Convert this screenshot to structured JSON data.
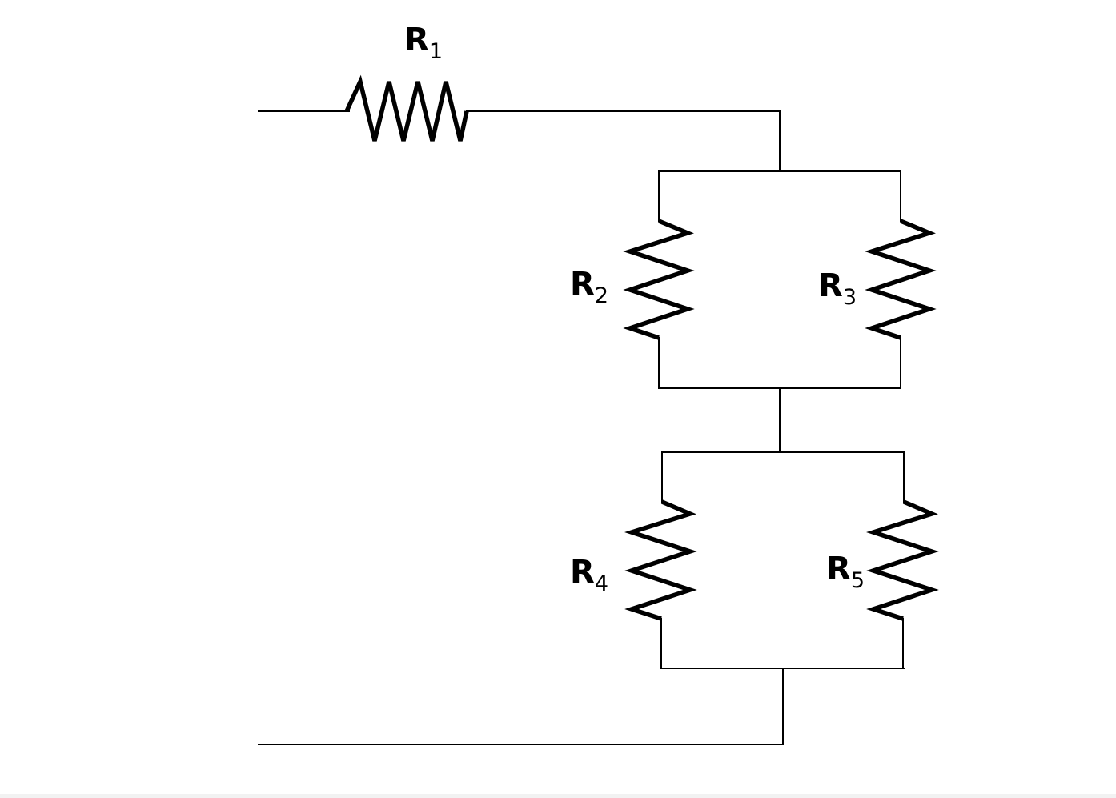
{
  "diagram": {
    "type": "circuit",
    "resistors": [
      {
        "id": "r1",
        "letter": "R",
        "subscript": "1"
      },
      {
        "id": "r2",
        "letter": "R",
        "subscript": "2"
      },
      {
        "id": "r3",
        "letter": "R",
        "subscript": "3"
      },
      {
        "id": "r4",
        "letter": "R",
        "subscript": "4"
      },
      {
        "id": "r5",
        "letter": "R",
        "subscript": "5"
      }
    ],
    "colors": {
      "background": "#ffffff",
      "stroke": "#000000",
      "bottom_strip": "#f2f2f2"
    }
  }
}
